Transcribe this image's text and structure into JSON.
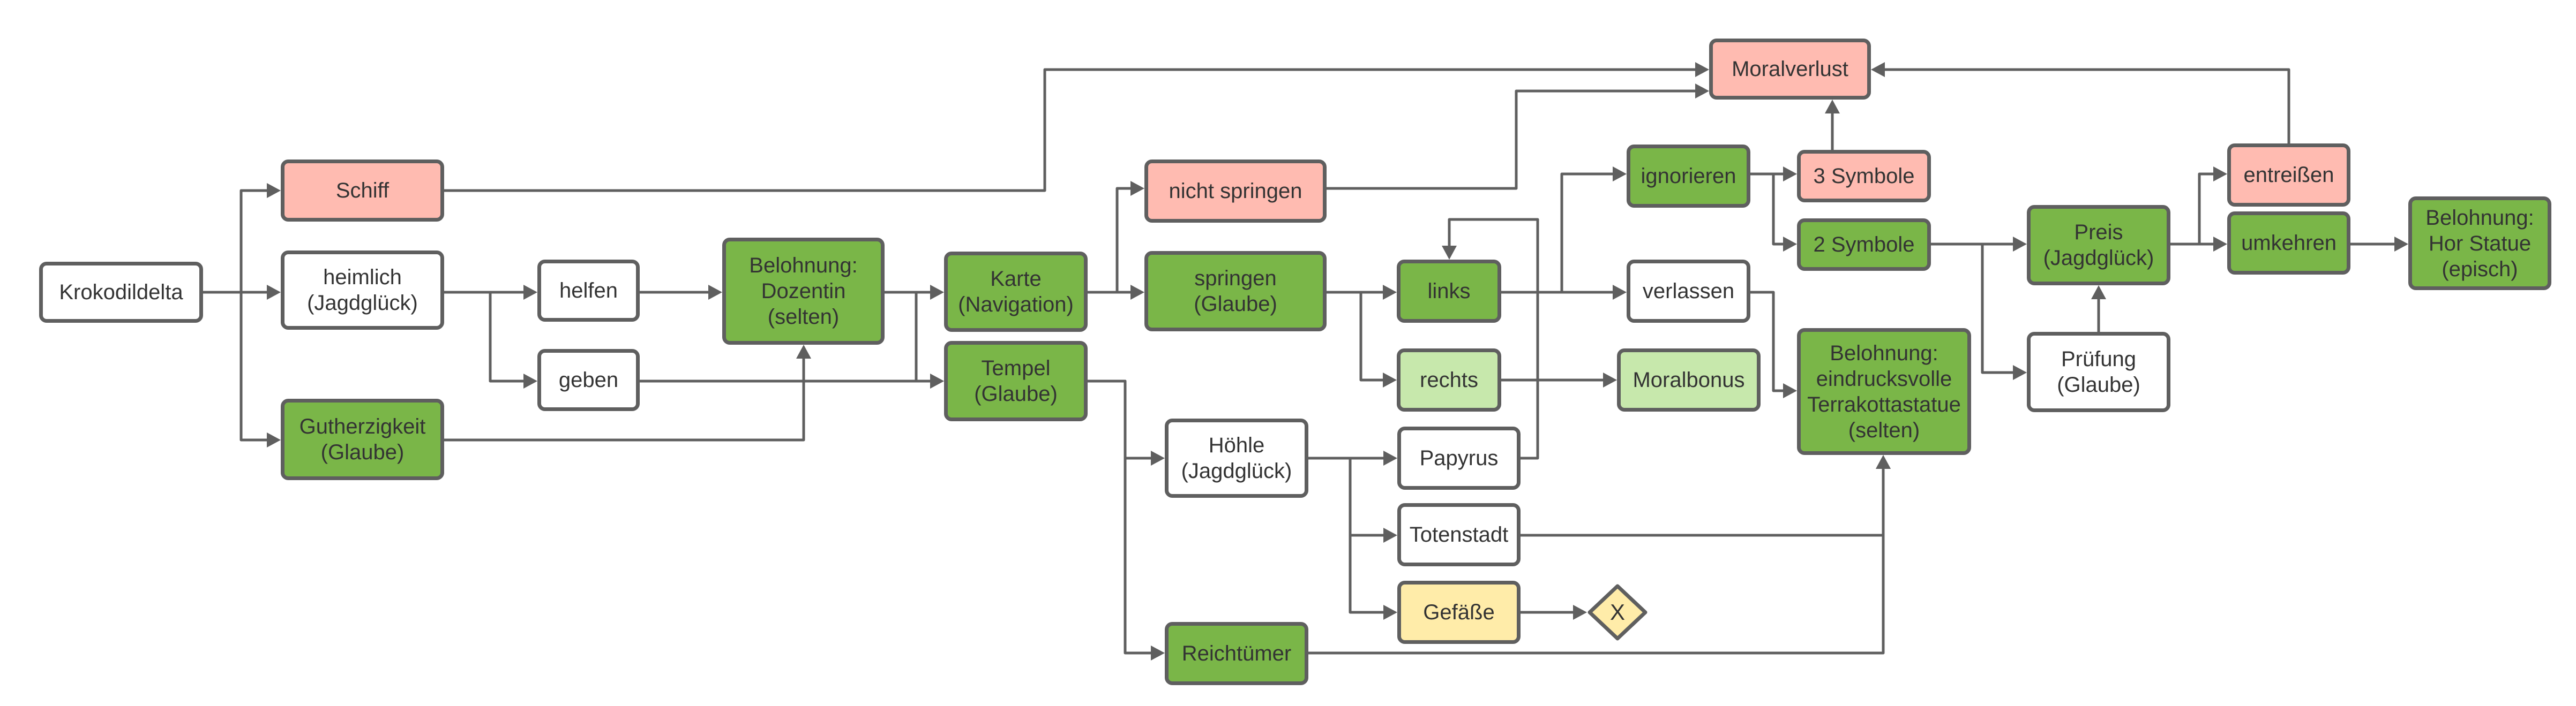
{
  "diagram": {
    "type": "flowchart",
    "colors": {
      "default": "#ffffff",
      "positive": "#7ab648",
      "bonus": "#c7e8ac",
      "negative": "#ffbbb1",
      "neutral_end": "#ffeca9",
      "stroke": "#5f5f5f",
      "text": "#333333"
    },
    "nodes": [
      {
        "id": "krokodildelta",
        "label": "Krokodildelta",
        "style": "white"
      },
      {
        "id": "schiff",
        "label": "Schiff",
        "style": "pink"
      },
      {
        "id": "heimlich",
        "label": "heimlich\n(Jagdglück)",
        "style": "white"
      },
      {
        "id": "gutherzigkeit",
        "label": "Gutherzigkeit\n(Glaube)",
        "style": "green"
      },
      {
        "id": "helfen",
        "label": "helfen",
        "style": "white"
      },
      {
        "id": "geben",
        "label": "geben",
        "style": "white"
      },
      {
        "id": "belohnung_dozentin",
        "label": "Belohnung:\nDozentin\n(selten)",
        "style": "green"
      },
      {
        "id": "karte",
        "label": "Karte\n(Navigation)",
        "style": "green"
      },
      {
        "id": "tempel",
        "label": "Tempel\n(Glaube)",
        "style": "green"
      },
      {
        "id": "nicht_springen",
        "label": "nicht springen",
        "style": "pink"
      },
      {
        "id": "springen",
        "label": "springen\n(Glaube)",
        "style": "green"
      },
      {
        "id": "hoehle",
        "label": "Höhle\n(Jagdglück)",
        "style": "white"
      },
      {
        "id": "reichtuemer",
        "label": "Reichtümer",
        "style": "green"
      },
      {
        "id": "links",
        "label": "links",
        "style": "green"
      },
      {
        "id": "rechts",
        "label": "rechts",
        "style": "lightgreen"
      },
      {
        "id": "papyrus",
        "label": "Papyrus",
        "style": "white"
      },
      {
        "id": "totenstadt",
        "label": "Totenstadt",
        "style": "white"
      },
      {
        "id": "gefaesse",
        "label": "Gefäße",
        "style": "yellow"
      },
      {
        "id": "x_end",
        "label": "X",
        "style": "yellow-diamond"
      },
      {
        "id": "ignorieren",
        "label": "ignorieren",
        "style": "green"
      },
      {
        "id": "verlassen",
        "label": "verlassen",
        "style": "white"
      },
      {
        "id": "moralbonus",
        "label": "Moralbonus",
        "style": "lightgreen"
      },
      {
        "id": "moralverlust",
        "label": "Moralverlust",
        "style": "pink"
      },
      {
        "id": "drei_symbole",
        "label": "3 Symbole",
        "style": "pink"
      },
      {
        "id": "zwei_symbole",
        "label": "2 Symbole",
        "style": "green"
      },
      {
        "id": "belohnung_terrakotta",
        "label": "Belohnung:\neindrucksvolle\nTerrakottastatue\n(selten)",
        "style": "green"
      },
      {
        "id": "preis",
        "label": "Preis\n(Jagdglück)",
        "style": "green"
      },
      {
        "id": "pruefung",
        "label": "Prüfung\n(Glaube)",
        "style": "white"
      },
      {
        "id": "entreissen",
        "label": "entreißen",
        "style": "pink"
      },
      {
        "id": "umkehren",
        "label": "umkehren",
        "style": "green"
      },
      {
        "id": "belohnung_hor",
        "label": "Belohnung:\nHor Statue\n(episch)",
        "style": "green"
      }
    ],
    "edges": [
      {
        "from": "krokodildelta",
        "to": "schiff"
      },
      {
        "from": "krokodildelta",
        "to": "heimlich"
      },
      {
        "from": "krokodildelta",
        "to": "gutherzigkeit"
      },
      {
        "from": "schiff",
        "to": "moralverlust"
      },
      {
        "from": "heimlich",
        "to": "helfen"
      },
      {
        "from": "heimlich",
        "to": "geben"
      },
      {
        "from": "helfen",
        "to": "belohnung_dozentin"
      },
      {
        "from": "gutherzigkeit",
        "to": "belohnung_dozentin"
      },
      {
        "from": "geben",
        "to": "tempel"
      },
      {
        "from": "belohnung_dozentin",
        "to": "karte"
      },
      {
        "from": "belohnung_dozentin",
        "to": "tempel"
      },
      {
        "from": "karte",
        "to": "nicht_springen"
      },
      {
        "from": "karte",
        "to": "springen"
      },
      {
        "from": "nicht_springen",
        "to": "moralverlust"
      },
      {
        "from": "tempel",
        "to": "hoehle"
      },
      {
        "from": "tempel",
        "to": "reichtuemer"
      },
      {
        "from": "springen",
        "to": "links"
      },
      {
        "from": "springen",
        "to": "rechts"
      },
      {
        "from": "links",
        "to": "ignorieren"
      },
      {
        "from": "links",
        "to": "verlassen"
      },
      {
        "from": "rechts",
        "to": "moralbonus"
      },
      {
        "from": "hoehle",
        "to": "papyrus"
      },
      {
        "from": "hoehle",
        "to": "totenstadt"
      },
      {
        "from": "hoehle",
        "to": "gefaesse"
      },
      {
        "from": "papyrus",
        "to": "links"
      },
      {
        "from": "totenstadt",
        "to": "belohnung_terrakotta"
      },
      {
        "from": "reichtuemer",
        "to": "belohnung_terrakotta"
      },
      {
        "from": "gefaesse",
        "to": "x_end"
      },
      {
        "from": "ignorieren",
        "to": "drei_symbole"
      },
      {
        "from": "ignorieren",
        "to": "zwei_symbole"
      },
      {
        "from": "verlassen",
        "to": "belohnung_terrakotta"
      },
      {
        "from": "drei_symbole",
        "to": "moralverlust"
      },
      {
        "from": "zwei_symbole",
        "to": "preis"
      },
      {
        "from": "zwei_symbole",
        "to": "pruefung"
      },
      {
        "from": "pruefung",
        "to": "preis"
      },
      {
        "from": "preis",
        "to": "entreissen"
      },
      {
        "from": "preis",
        "to": "umkehren"
      },
      {
        "from": "entreissen",
        "to": "moralverlust"
      },
      {
        "from": "umkehren",
        "to": "belohnung_hor"
      }
    ]
  }
}
